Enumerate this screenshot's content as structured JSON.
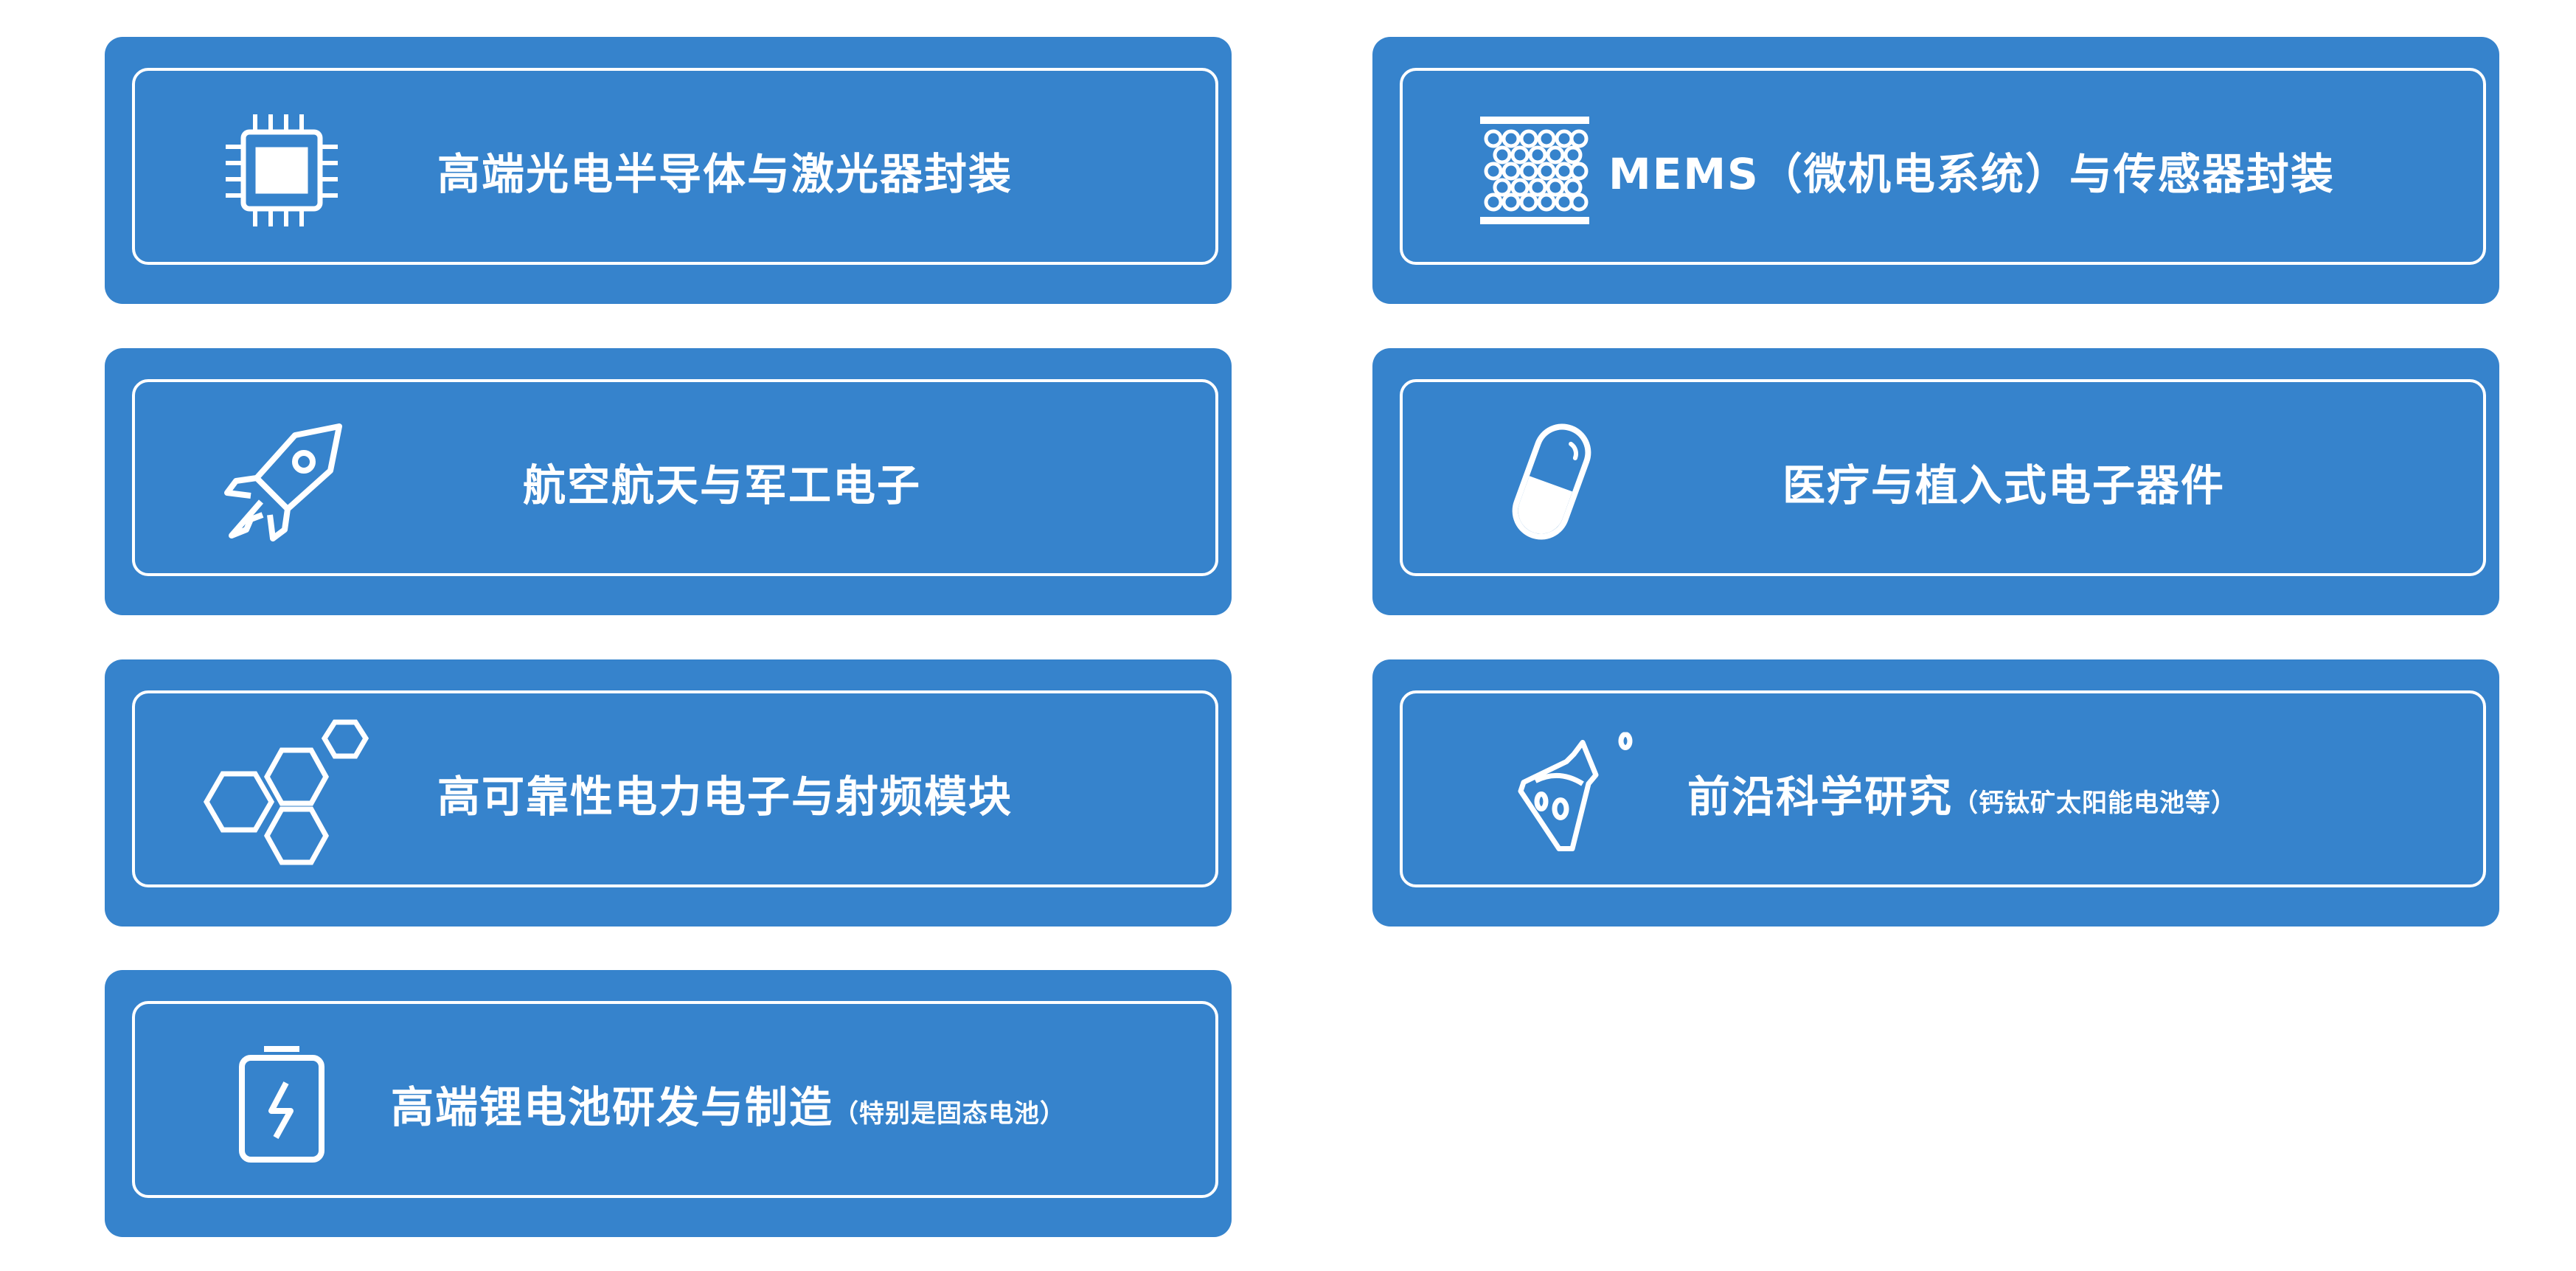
{
  "theme": {
    "card_color": "#3683cc",
    "text_color": "#ffffff"
  },
  "cards": [
    {
      "icon": "chip-icon",
      "title": "高端光电半导体与激光器封装",
      "note": ""
    },
    {
      "icon": "mesh-icon",
      "title": "MEMS（微机电系统）与传感器封装",
      "note": ""
    },
    {
      "icon": "rocket-icon",
      "title": "航空航天与军工电子",
      "note": ""
    },
    {
      "icon": "capsule-icon",
      "title": "医疗与植入式电子器件",
      "note": ""
    },
    {
      "icon": "hexagons-icon",
      "title": "高可靠性电力电子与射频模块",
      "note": ""
    },
    {
      "icon": "flask-icon",
      "title": "前沿科学研究",
      "note": "（钙钛矿太阳能电池等）"
    },
    {
      "icon": "battery-icon",
      "title": "高端锂电池研发与制造",
      "note": "（特别是固态电池）"
    }
  ]
}
